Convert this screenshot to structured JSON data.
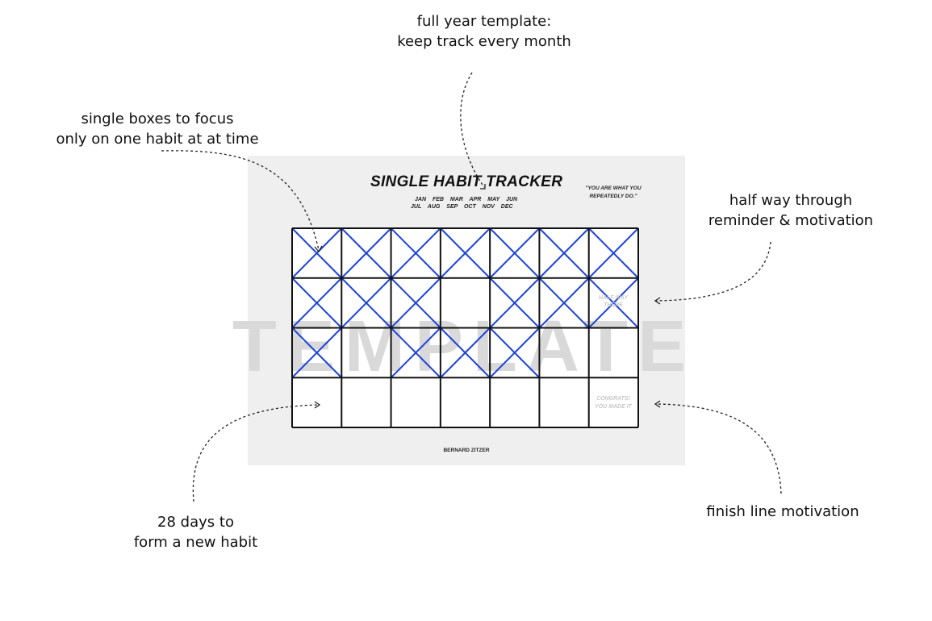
{
  "annotations": {
    "full_year": [
      "full year template:",
      "keep track every month"
    ],
    "single_boxes": [
      "single boxes to focus",
      "only on one habit at at time"
    ],
    "half_way": [
      "half way through",
      "reminder & motivation"
    ],
    "days28": [
      "28 days to",
      "form a new habit"
    ],
    "finish": [
      "finish line motivation"
    ]
  },
  "sheet": {
    "title": "SINGLE HABIT TRACKER",
    "months_row1": "JAN FEB MAR APR MAY JUN",
    "months_row2": "JUL AUG SEP OCT NOV DEC",
    "quote": [
      "\"YOU ARE WHAT YOU",
      "REPEATEDLY DO.\""
    ],
    "watermark": "TEMPLATE",
    "halfway_text": [
      "HALF WAY",
      "THERE"
    ],
    "finish_text": [
      "CONGRATS!",
      "YOU MADE IT"
    ],
    "author": "BERNARD ZITZER"
  },
  "grid": {
    "columns": 7,
    "rows": 4,
    "checked": [
      [
        1,
        1,
        1,
        1,
        1,
        1,
        1
      ],
      [
        1,
        1,
        1,
        0,
        1,
        1,
        1
      ],
      [
        1,
        0,
        1,
        1,
        1,
        0,
        0
      ],
      [
        0,
        0,
        0,
        0,
        0,
        0,
        0
      ]
    ],
    "check_color": "#1f45d6"
  }
}
